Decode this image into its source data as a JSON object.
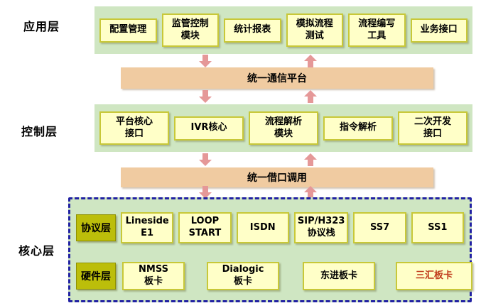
{
  "app": {
    "side_label": "应用层",
    "boxes": [
      "配置管理",
      "监管控制\n模块",
      "统计报表",
      "模拟流程\n测试",
      "流程编写\n工具",
      "业务接口"
    ]
  },
  "comm_bar": {
    "label": "统一通信平台"
  },
  "control": {
    "side_label": "控制层",
    "boxes": [
      "平台核心\n接口",
      "IVR核心",
      "流程解析\n模块",
      "指令解析",
      "二次开发\n接口"
    ]
  },
  "interface_bar": {
    "label": "统一借口调用"
  },
  "core": {
    "side_label": "核心层",
    "protocol_label": "协议层",
    "protocol_boxes": [
      "Lineside\nE1",
      "LOOP\nSTART",
      "ISDN",
      "SIP/H323\n协议栈",
      "SS7",
      "SS1"
    ],
    "hardware_label": "硬件层",
    "hardware_boxes": [
      "NMSS\n板卡",
      "Dialogic\n板卡",
      "东进板卡",
      "三汇板卡"
    ]
  },
  "colors": {
    "band_green": "#cfe6c2",
    "box_yellow": "#ffffc8",
    "box_border_olive": "#c8c838",
    "bar_tan": "#f0cba1",
    "arrow_pink": "#e59898",
    "label_olive": "#bcbe0a",
    "core_dashed_border_navy": "#2121a3",
    "sanhui_text_red": "#c0391b"
  }
}
